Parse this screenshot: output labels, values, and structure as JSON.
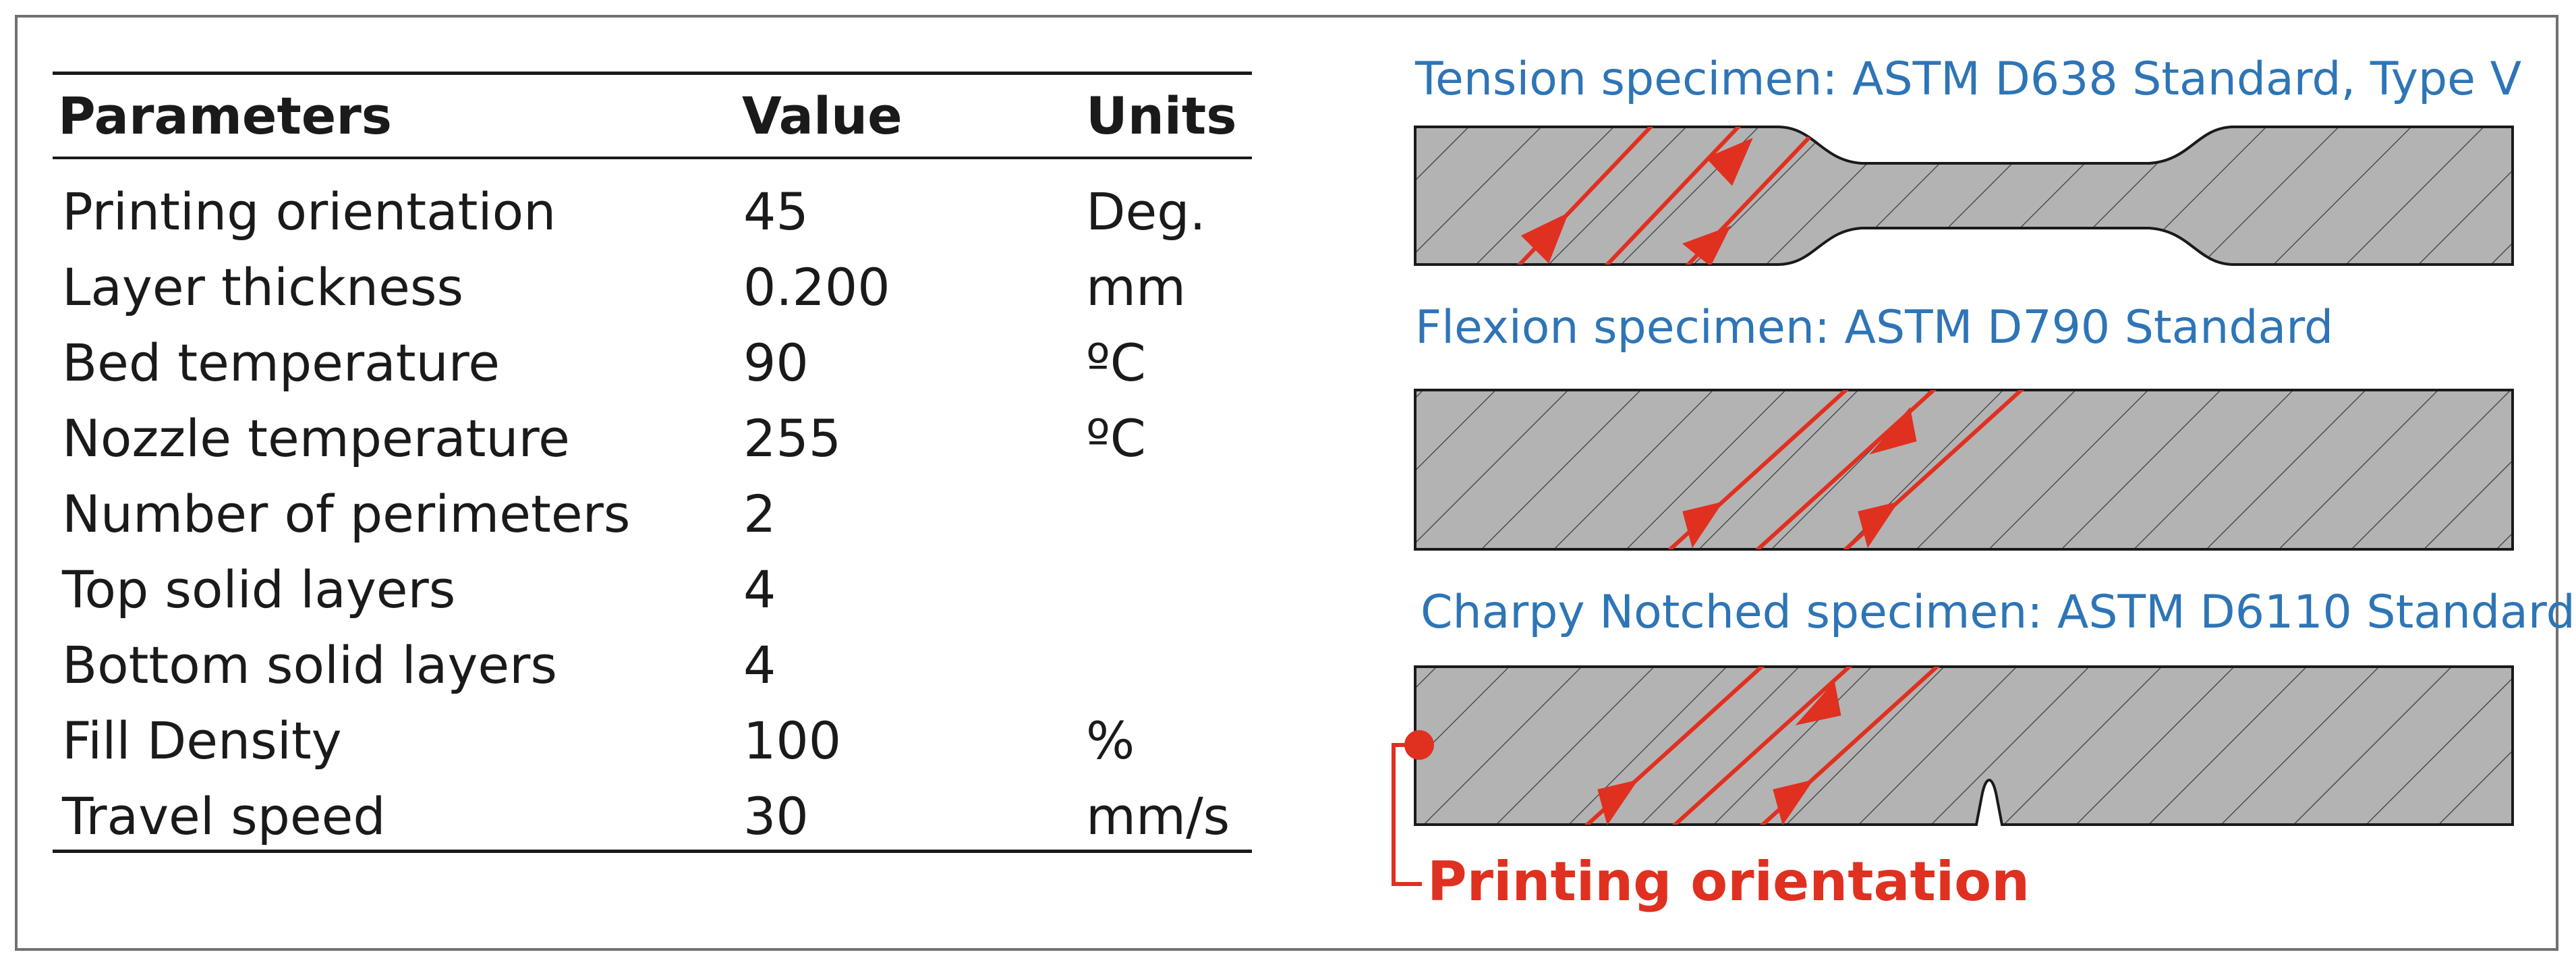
{
  "table": {
    "headers": [
      "Parameters",
      "Value",
      "Units"
    ],
    "rows": [
      {
        "parameter": "Printing orientation",
        "value": "45",
        "unit": "Deg."
      },
      {
        "parameter": "Layer thickness",
        "value": "0.200",
        "unit": "mm"
      },
      {
        "parameter": "Bed temperature",
        "value": "90",
        "unit": "ºC"
      },
      {
        "parameter": "Nozzle temperature",
        "value": "255",
        "unit": "ºC"
      },
      {
        "parameter": "Number of perimeters",
        "value": "2",
        "unit": ""
      },
      {
        "parameter": "Top solid layers",
        "value": "4",
        "unit": ""
      },
      {
        "parameter": "Bottom solid layers",
        "value": "4",
        "unit": ""
      },
      {
        "parameter": "Fill Density",
        "value": "100",
        "unit": "%"
      },
      {
        "parameter": "Travel speed",
        "value": "30",
        "unit": "mm/s"
      }
    ]
  },
  "specimens": {
    "tension": "Tension specimen: ASTM D638 Standard, Type V",
    "flexion": "Flexion specimen: ASTM D790 Standard",
    "charpy": "Charpy Notched specimen: ASTM D6110 Standard"
  },
  "legend": {
    "label": "Printing orientation"
  },
  "colors": {
    "caption": "#2e75b6",
    "orientation": "#e03020",
    "specimen_fill": "#b3b3b3",
    "outline": "#1a1a1a",
    "frame": "#707070"
  }
}
